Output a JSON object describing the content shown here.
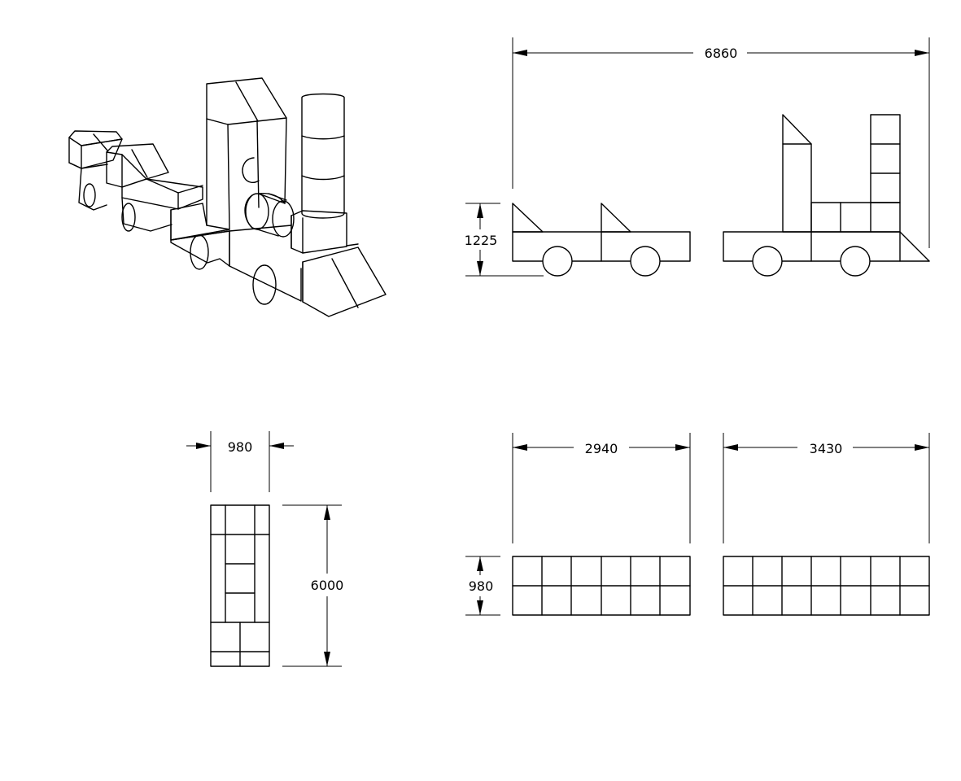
{
  "dimensions": {
    "overall_length": "6860",
    "side_height": "1225",
    "end_width": "980",
    "end_length": "6000",
    "top_carriage_length": "2940",
    "top_engine_length": "3430",
    "top_width": "980"
  },
  "views": [
    "isometric",
    "side",
    "end",
    "top"
  ],
  "line_color": "#000000",
  "background": "#ffffff"
}
